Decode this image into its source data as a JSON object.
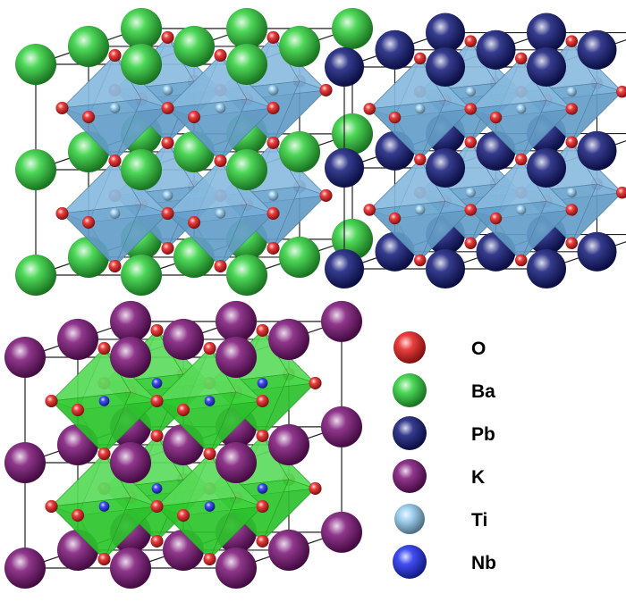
{
  "colors": {
    "O": "#e81d1d",
    "Ba": "#2fd13c",
    "Pb": "#121a7a",
    "K": "#7c1478",
    "Ti": "#8fc9ee",
    "Nb": "#1f2ff0",
    "octa_blue": "#6aa8d6",
    "octa_green": "#2fd12f"
  },
  "structures": [
    {
      "id": "BaTiO3",
      "a_site": "Ba",
      "b_site": "Ti",
      "octa": "octa_blue"
    },
    {
      "id": "PbTiO3",
      "a_site": "Pb",
      "b_site": "Ti",
      "octa": "octa_blue"
    },
    {
      "id": "KNbO3",
      "a_site": "K",
      "b_site": "Nb",
      "octa": "octa_green"
    }
  ],
  "legend": [
    {
      "element": "O",
      "label": "O"
    },
    {
      "element": "Ba",
      "label": "Ba"
    },
    {
      "element": "Pb",
      "label": "Pb"
    },
    {
      "element": "K",
      "label": "K"
    },
    {
      "element": "Ti",
      "label": "Ti"
    },
    {
      "element": "Nb",
      "label": "Nb"
    }
  ]
}
